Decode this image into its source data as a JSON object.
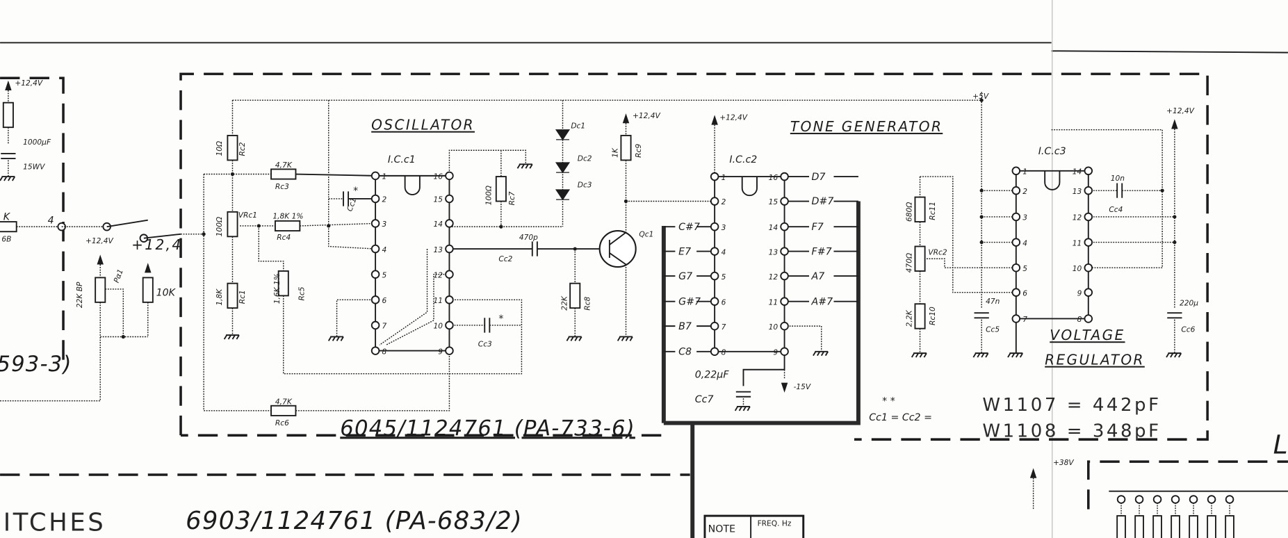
{
  "left_supply": {
    "voltage": "+12,4V",
    "cap_value": "1000µF",
    "cap_rating": "15WV",
    "node": "4",
    "resistor_partial": "K",
    "resistor_partial_ref": "6B",
    "board_ref_partial": "593-3)"
  },
  "switch": {
    "voltage": "+12,4V",
    "pot_value": "22K BP",
    "pot_ref": "Pα1",
    "voltage2": "+12,4",
    "res_value": "10K"
  },
  "oscillator": {
    "title": "OSCILLATOR",
    "ic": "I.C.c1",
    "rc2": {
      "value": "10Ω",
      "ref": "Rc2"
    },
    "rc3": {
      "value": "4,7K",
      "ref": "Rc3"
    },
    "vrc1": {
      "value": "100Ω",
      "ref": "VRc1"
    },
    "rc4": {
      "value": "1,8K 1%",
      "ref": "Rc4"
    },
    "rc1": {
      "value": "1,8K",
      "ref": "Rc1"
    },
    "rc5": {
      "value": "1,6K 1%",
      "ref": "Rc5"
    },
    "cc1": {
      "ref": "Cc1",
      "mark": "*"
    },
    "rc7": {
      "value": "100Ω",
      "ref": "Rc7"
    },
    "diodes": [
      "Dc1",
      "Dc2",
      "Dc3"
    ],
    "cc3": {
      "ref": "Cc3",
      "mark": "*"
    },
    "rc6": {
      "value": "4,7K",
      "ref": "Rc6"
    },
    "pins_left": [
      "1",
      "2",
      "3",
      "4",
      "5",
      "6",
      "7",
      "8"
    ],
    "pins_right": [
      "16",
      "15",
      "14",
      "13",
      "12",
      "11",
      "10",
      "9"
    ]
  },
  "buffer": {
    "voltage": "+12,4V",
    "rc9": {
      "value": "1K",
      "ref": "Rc9"
    },
    "cc2": {
      "value": "470p",
      "ref": "Cc2"
    },
    "qc1": "Qc1",
    "rc8": {
      "value": "22K",
      "ref": "Rc8"
    }
  },
  "tone_generator": {
    "title": "TONE GENERATOR",
    "ic": "I.C.c2",
    "voltage": "+12,4V",
    "outputs_left": [
      "C#7",
      "E7",
      "G7",
      "G#7",
      "B7",
      "C8"
    ],
    "outputs_right": [
      "D7",
      "D#7",
      "F7",
      "F#7",
      "A7",
      "A#7"
    ],
    "cap": "0,22µF",
    "cap_ref": "Cc7",
    "neg_voltage": "-15V",
    "pins_left": [
      "1",
      "2",
      "3",
      "4",
      "5",
      "6",
      "7",
      "8"
    ],
    "pins_right": [
      "16",
      "15",
      "14",
      "13",
      "12",
      "11",
      "10",
      "9"
    ]
  },
  "voltage_regulator": {
    "title_line1": "VOLTAGE",
    "title_line2": "REGULATOR",
    "ic": "I.C.c3",
    "supply": "+5V",
    "voltage": "+12,4V",
    "r_top": {
      "value": "680Ω",
      "ref": "Rc11"
    },
    "vrc2": {
      "value": "470Ω",
      "ref": "VRc2"
    },
    "r_bottom": {
      "value": "2,2K",
      "ref": "Rc10"
    },
    "cc5": {
      "value": "47n",
      "ref": "Cc5"
    },
    "cc4": {
      "value": "10n",
      "ref": "Cc4"
    },
    "cc6": {
      "value": "220µ",
      "ref": "Cc6"
    },
    "pins_left": [
      "1",
      "2",
      "3",
      "4",
      "5",
      "6",
      "7"
    ],
    "pins_right": [
      "14",
      "13",
      "12",
      "11",
      "10",
      "9",
      "8"
    ]
  },
  "notes": {
    "marks": "*      *",
    "equation": "Cc1 = Cc2 =",
    "line1": "W1107 = 442pF",
    "line2": "W1108 = 348pF"
  },
  "board_ref": "6045/1124761 (PA-733-6)",
  "lower": {
    "section_partial": "ITCHES",
    "board_ref": "6903/1124761 (PA-683/2)",
    "table_headers": [
      "NOTE",
      "FREQ. Hz"
    ],
    "voltage": "+38V",
    "corner_letter": "L"
  }
}
